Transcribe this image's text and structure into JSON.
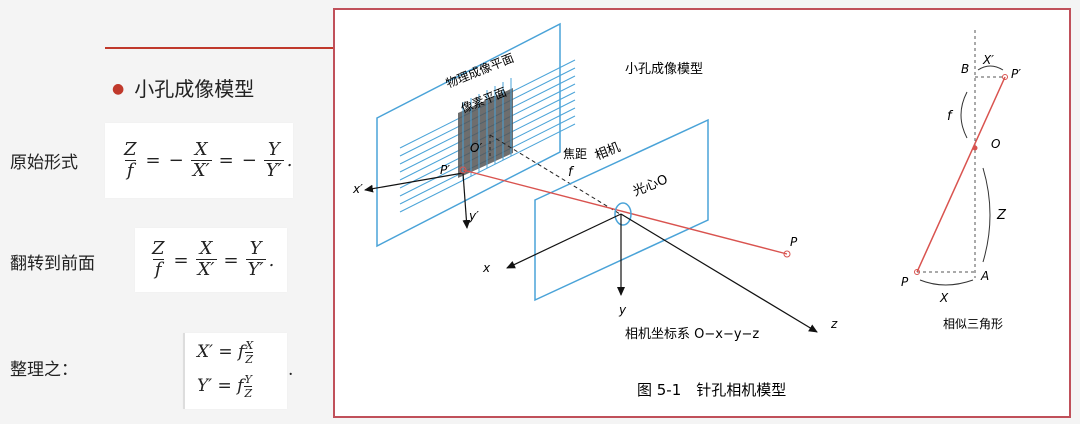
{
  "bullet": {
    "title": "小孔成像模型"
  },
  "rows": [
    {
      "label": "原始形式"
    },
    {
      "label": "翻转到前面"
    },
    {
      "label": "整理之："
    }
  ],
  "formulas": {
    "original": {
      "Z": "Z",
      "f": "f",
      "eq": "=",
      "minus": "−",
      "X": "X",
      "Xp": "X′",
      "Y": "Y",
      "Yp": "Y′",
      "end": "."
    },
    "flipped": {
      "Z": "Z",
      "f": "f",
      "eq": "=",
      "X": "X",
      "Xp": "X′",
      "Y": "Y",
      "Yp": "Y′",
      "end": "."
    },
    "arranged": {
      "line1_lhs": "X′",
      "line1_f": "f",
      "line1_num": "X",
      "line1_den": "Z",
      "line2_lhs": "Y′",
      "line2_f": "f",
      "line2_num": "Y",
      "line2_den": "Z",
      "eq": "=",
      "end": "."
    }
  },
  "figure": {
    "caption": "图 5-1　针孔相机模型",
    "model_title": "小孔成像模型",
    "physical_plane": "物理成像平面",
    "pixel_plane": "像素平面",
    "camera": "相机",
    "focal": "焦距",
    "focal_f": "f",
    "optical_center": "光心O",
    "o_prime": "O′",
    "p_prime": "P′",
    "p": "P",
    "x_prime": "x′",
    "y_prime": "y′",
    "x": "x",
    "y": "y",
    "z": "z",
    "coord_system": "相机坐标系 O−x−y−z",
    "similar_triangles": "相似三角形",
    "tri_B": "B",
    "tri_Xp": "X′",
    "tri_Pp": "P′",
    "tri_f": "f",
    "tri_O": "O",
    "tri_Z": "Z",
    "tri_P": "P",
    "tri_A": "A",
    "tri_X": "X"
  },
  "colors": {
    "accent": "#c0392b",
    "plane": "#4aa3d8",
    "ray": "#d9534f",
    "pixel_grid": "#555555"
  }
}
